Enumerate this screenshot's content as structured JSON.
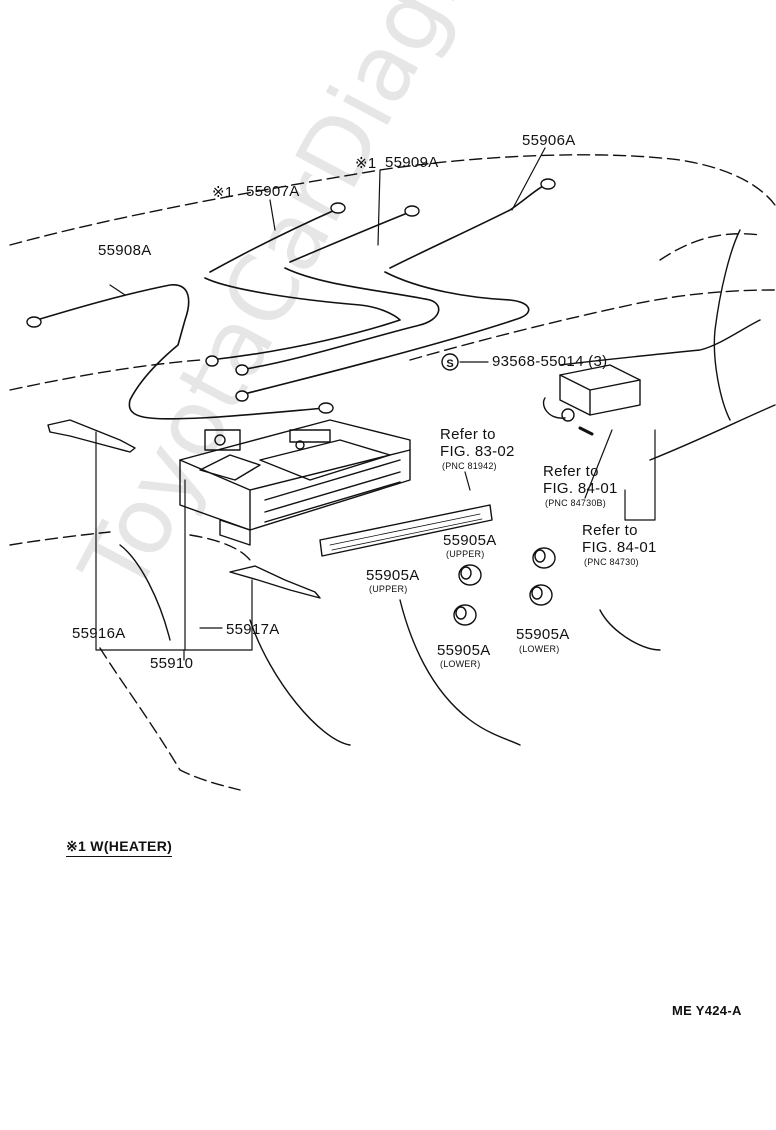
{
  "watermark": "ToyotaCarDiagrams.ru",
  "parts": {
    "p55906a": "55906A",
    "p55909a": "55909A",
    "p55907a": "55907A",
    "p55908a": "55908A",
    "p93568": "93568-55014 (3)",
    "p55905a_1": "55905A",
    "p55905a_2": "55905A",
    "p55905a_3": "55905A",
    "p55905a_4": "55905A",
    "p55916a": "55916A",
    "p55917a": "55917A",
    "p55910": "55910"
  },
  "marks": {
    "m55909a": "※1",
    "m55907a": "※1"
  },
  "positions": {
    "upper_1": "(UPPER)",
    "upper_2": "(UPPER)",
    "lower_1": "(LOWER)",
    "lower_2": "(LOWER)"
  },
  "refs": {
    "r1_refer": "Refer to",
    "r1_fig": "FIG. 83-02",
    "r1_pnc": "(PNC 81942)",
    "r2_refer": "Refer to",
    "r2_fig": "FIG. 84-01",
    "r2_pnc": "(PNC 84730B)",
    "r3_refer": "Refer to",
    "r3_fig": "FIG. 84-01",
    "r3_pnc": "(PNC 84730)"
  },
  "s_mark": "S",
  "note": "※1 W(HEATER)",
  "figure_code": "ME  Y424-A"
}
